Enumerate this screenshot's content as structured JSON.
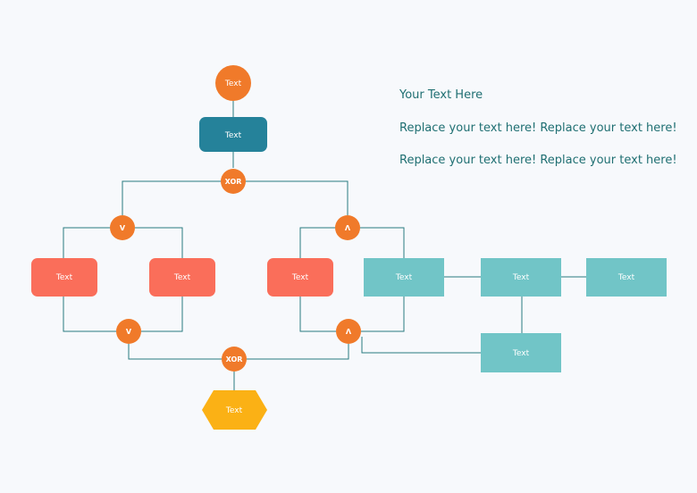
{
  "diagram": {
    "nodes": {
      "start": "Text",
      "task_main": "Text",
      "task_left_a": "Text",
      "task_left_b": "Text",
      "task_mid": "Text",
      "task_teal_1": "Text",
      "task_teal_2": "Text",
      "task_teal_3": "Text",
      "task_teal_4": "Text",
      "end": "Text"
    },
    "gates": {
      "xor_split": "XOR",
      "or_split": "V",
      "and_split": "Λ",
      "or_join": "V",
      "and_join": "Λ",
      "xor_join": "XOR"
    }
  },
  "notes": {
    "heading": "Your Text Here",
    "line1": "Replace your text here!   Replace your text here!",
    "line2": "Replace your text here!   Replace your text here!"
  },
  "colors": {
    "orange": "#f07a2a",
    "dark_teal": "#25829a",
    "salmon": "#fa6e5a",
    "light_teal": "#71c5c7",
    "yellow": "#fbb115",
    "connector": "#2a7b80"
  }
}
